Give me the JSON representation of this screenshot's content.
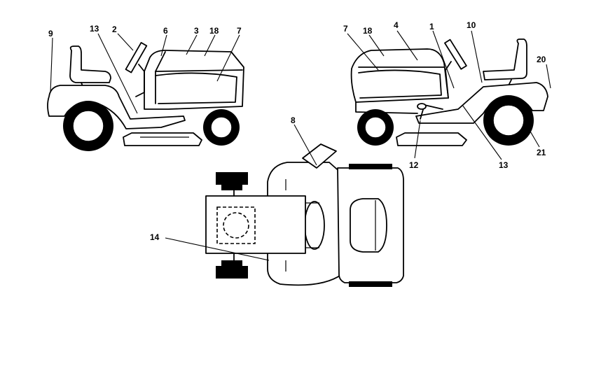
{
  "diagram": {
    "callouts": {
      "left_view": [
        "9",
        "13",
        "2",
        "6",
        "3",
        "18",
        "7"
      ],
      "right_view": [
        "7",
        "18",
        "4",
        "1",
        "10",
        "20",
        "21",
        "13",
        "12"
      ],
      "top_view": [
        "8",
        "14"
      ]
    }
  }
}
